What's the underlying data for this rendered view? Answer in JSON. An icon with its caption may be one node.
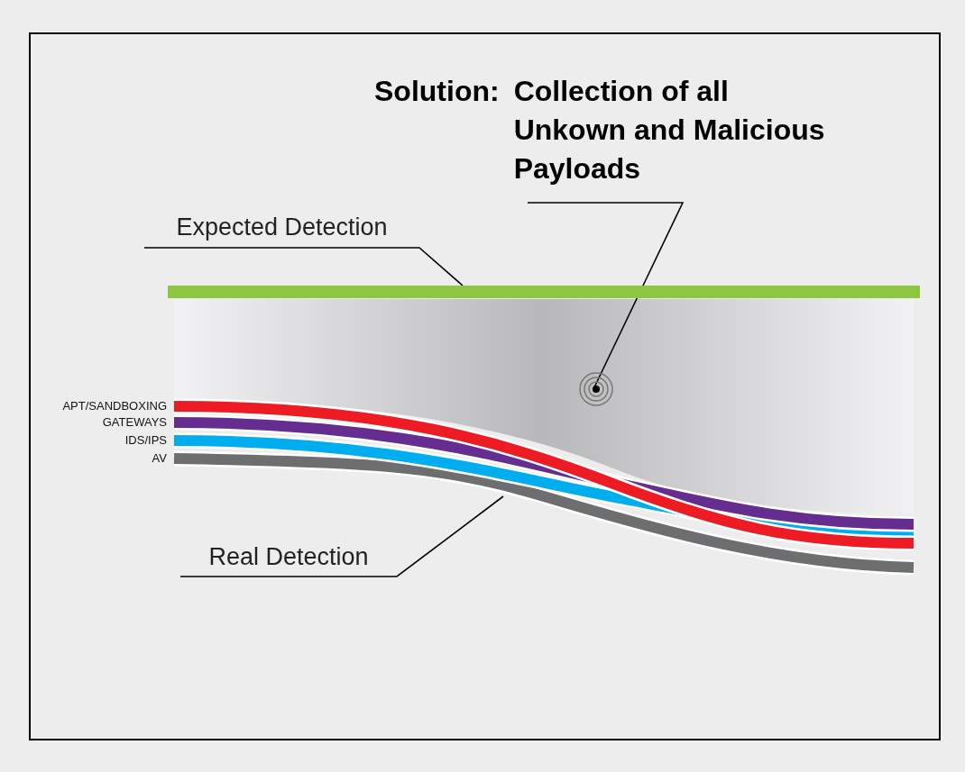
{
  "diagram": {
    "nodes": [
      {
        "text": [
          "Solution:",
          "Collection of all Unkown and Malicious Payloads"
        ]
      },
      {
        "text": [],
        "shape": "circle"
      },
      {
        "text": [
          "Expected Detection"
        ]
      },
      {
        "text": [],
        "shape": "bar"
      },
      {
        "text": [
          "Real Detection"
        ]
      }
    ],
    "edges": [
      {
        "from": 0,
        "to": 1,
        "arrow": "none"
      },
      {
        "from": 2,
        "to": 3,
        "arrow": "none"
      },
      {
        "from": 4,
        "to": null,
        "arrow": "none"
      }
    ],
    "labels": [
      "APT/SANDBOXING",
      "GATEWAYS",
      "IDS/IPS",
      "AV"
    ]
  }
}
